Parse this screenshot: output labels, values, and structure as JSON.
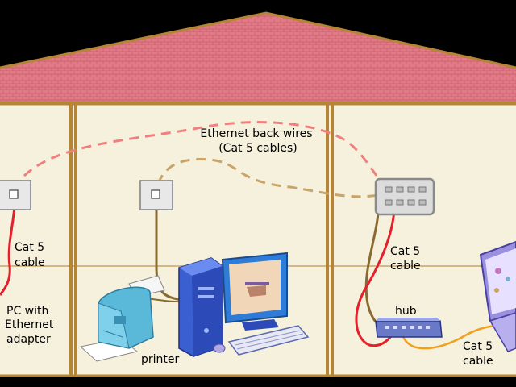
{
  "labels": {
    "backwires_line1": "Ethernet back wires",
    "backwires_line2": "(Cat 5 cables)",
    "left_cat5_line1": "Cat 5",
    "left_cat5_line2": "cable",
    "pc_line1": "PC with",
    "pc_line2": "Ethernet",
    "pc_line3": "adapter",
    "printer": "printer",
    "right_cat5_line1": "Cat 5",
    "right_cat5_line2": "cable",
    "hub": "hub",
    "laptop_cat5_line1": "Cat 5",
    "laptop_cat5_line2": "cable"
  },
  "colors": {
    "roof": "#e07a86",
    "wall": "#f5f1dc",
    "beam": "#b58535",
    "red_cable": "#e5202a",
    "tan_cable": "#c9a46a",
    "brown_cable": "#8b6a2f",
    "orange_cable": "#f0a020",
    "hub": "#6a78c8"
  }
}
